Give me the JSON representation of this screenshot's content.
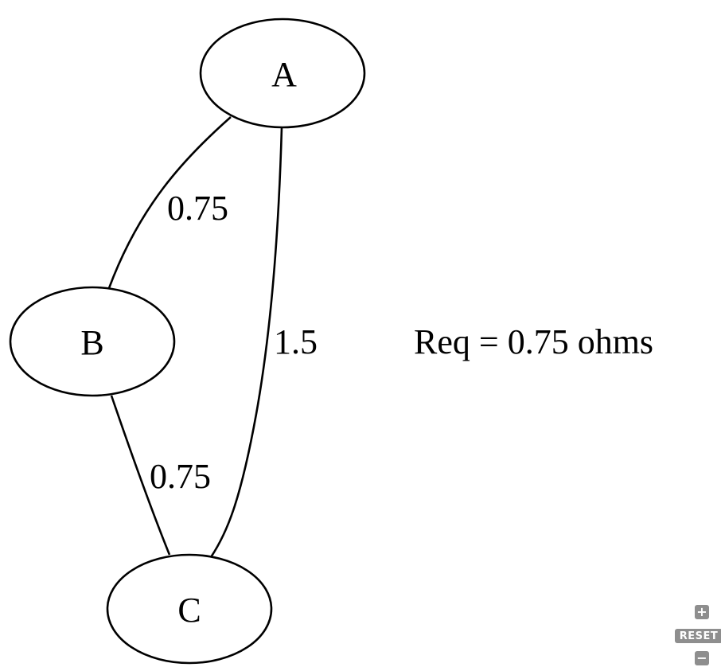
{
  "graph": {
    "nodes": [
      {
        "id": "A",
        "label": "A"
      },
      {
        "id": "B",
        "label": "B"
      },
      {
        "id": "C",
        "label": "C"
      }
    ],
    "edges": [
      {
        "from": "A",
        "to": "B",
        "label": "0.75"
      },
      {
        "from": "A",
        "to": "C",
        "label": "1.5"
      },
      {
        "from": "B",
        "to": "C",
        "label": "0.75"
      }
    ],
    "note": "Req = 0.75 ohms"
  },
  "controls": {
    "zoom_in_icon": "plus-icon",
    "zoom_in_glyph": "+",
    "reset_label": "RESET",
    "zoom_out_icon": "minus-icon",
    "zoom_out_glyph": "−"
  }
}
